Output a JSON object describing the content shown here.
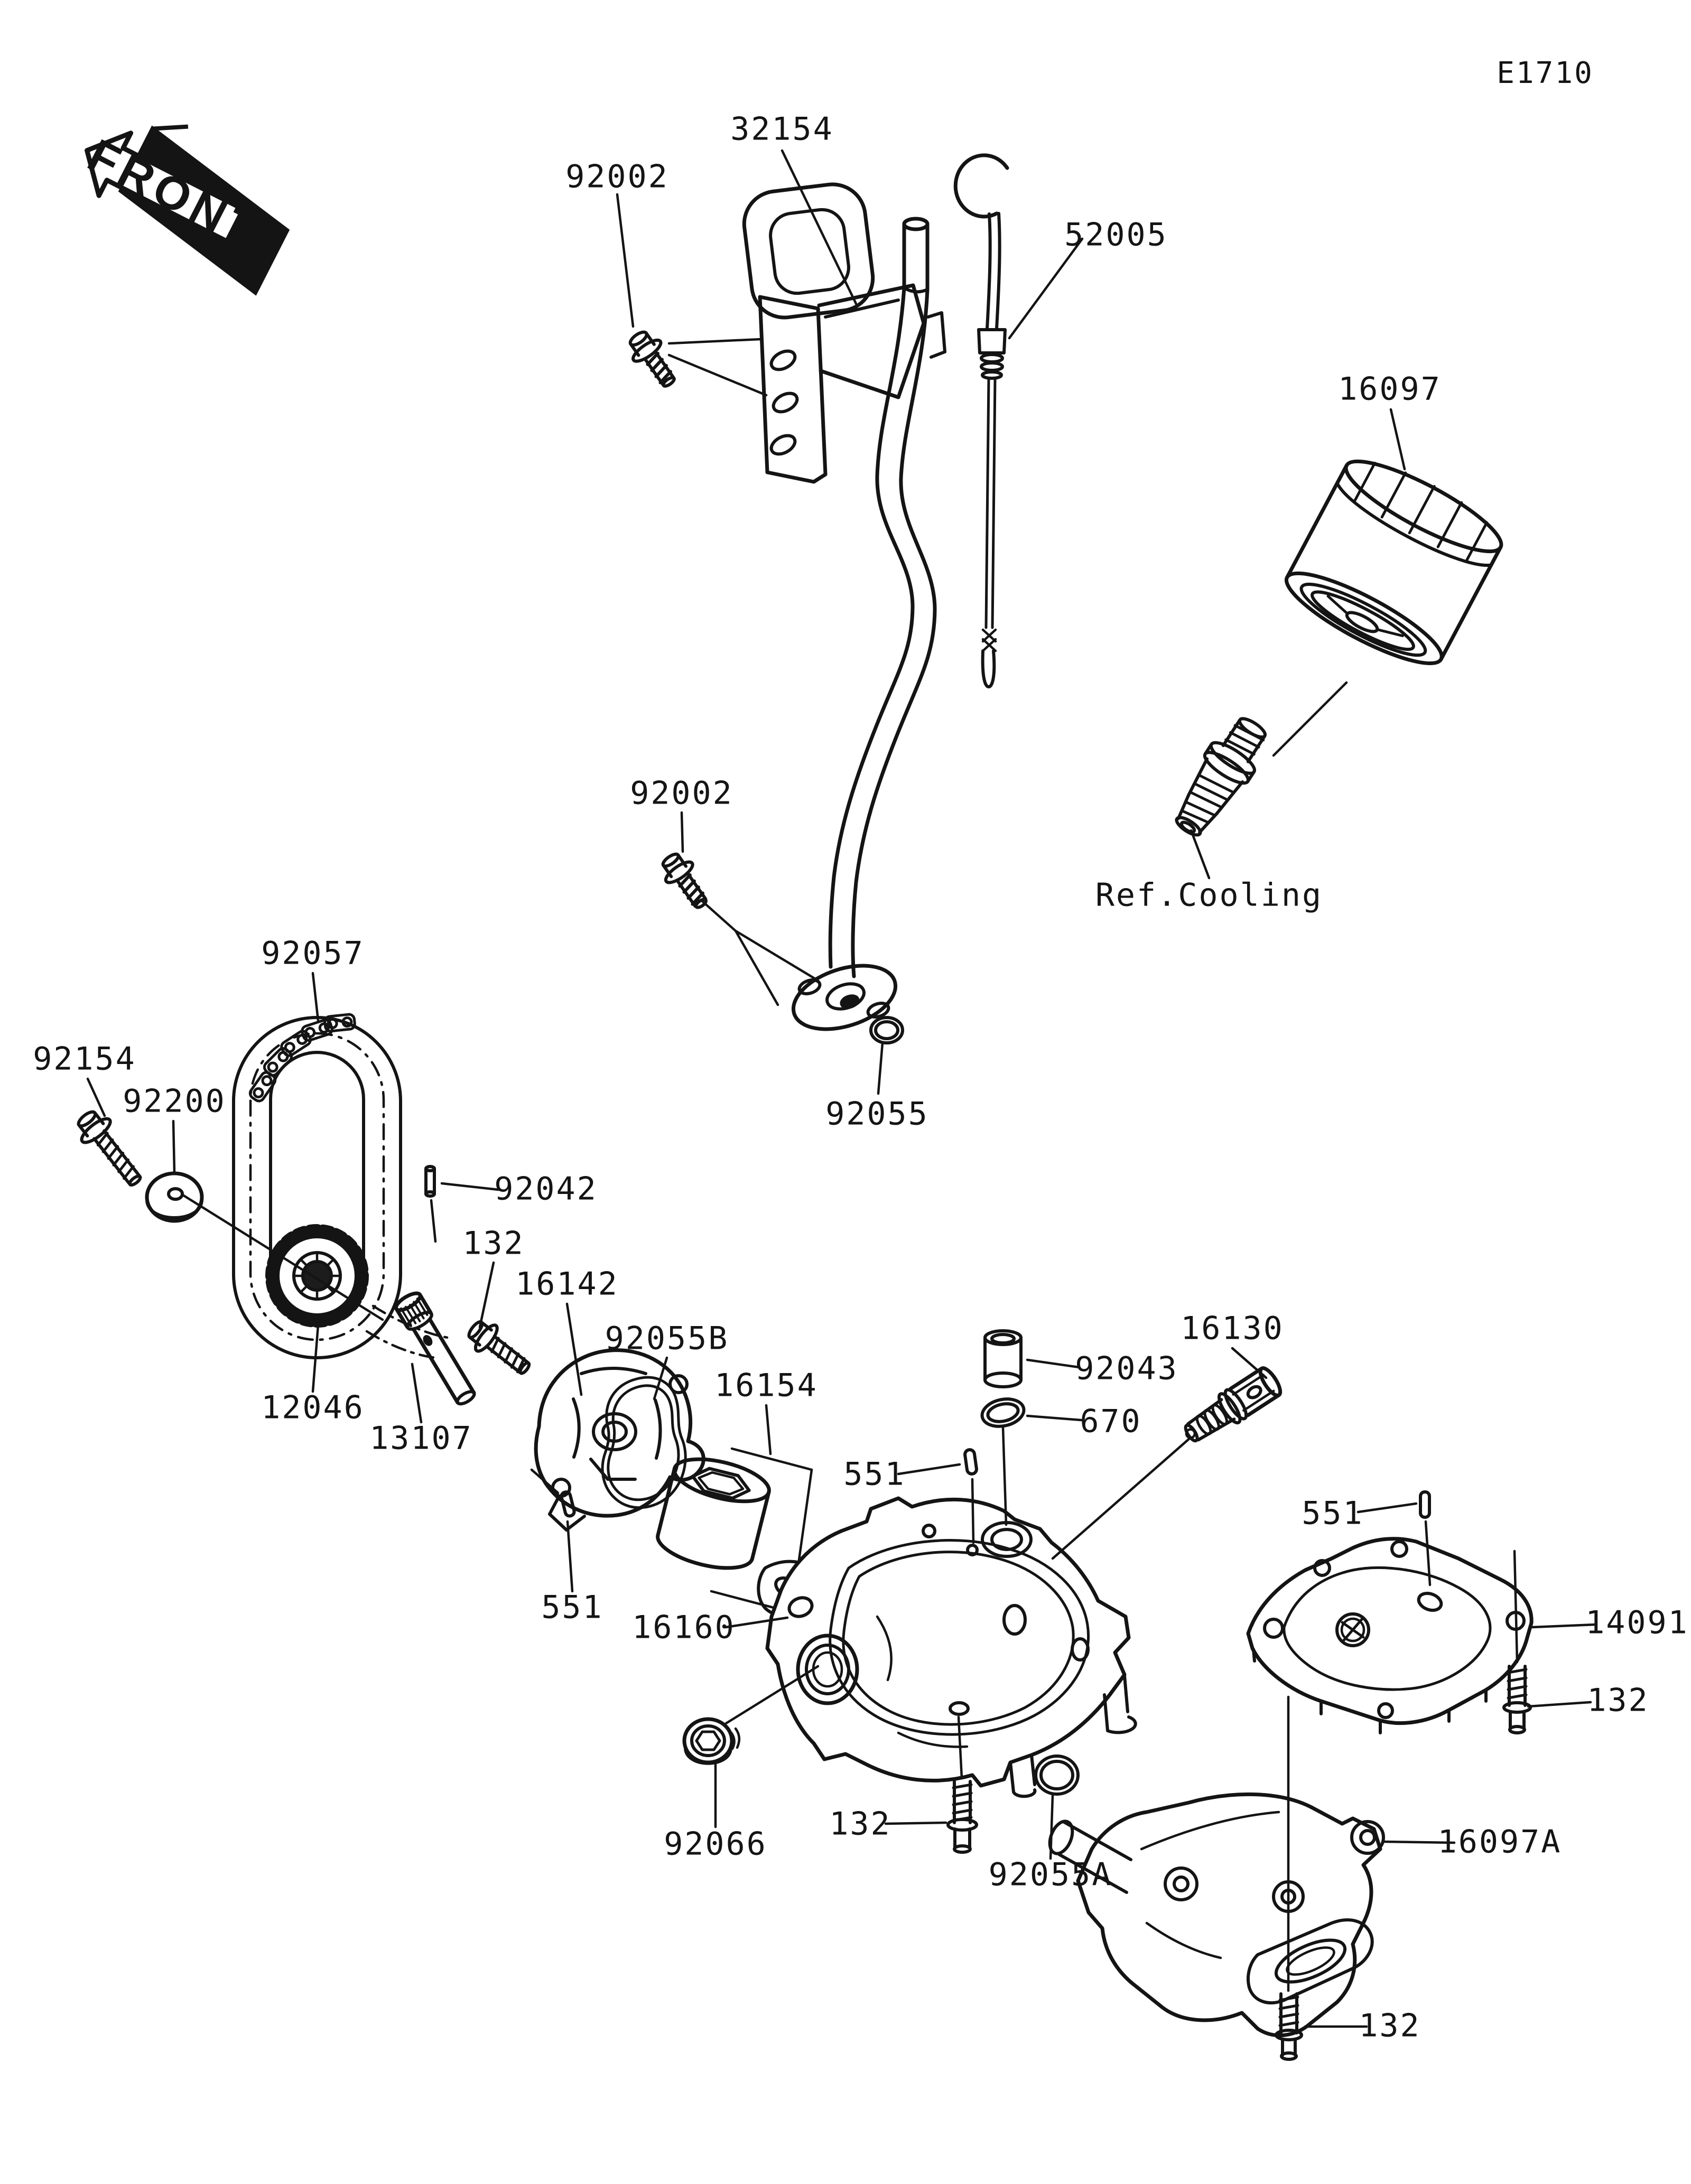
{
  "diagram": {
    "code": "E1710",
    "front_label": "FRONT",
    "ref_cooling": "Ref.Cooling"
  },
  "labels": [
    {
      "part": "bracket",
      "text": "32154"
    },
    {
      "part": "screw-top",
      "text": "92002"
    },
    {
      "part": "dipstick",
      "text": "52005"
    },
    {
      "part": "oil-filter",
      "text": "16097"
    },
    {
      "part": "screw-mid",
      "text": "92002"
    },
    {
      "part": "chain",
      "text": "92057"
    },
    {
      "part": "bolt-sprocket",
      "text": "92154"
    },
    {
      "part": "washer",
      "text": "92200"
    },
    {
      "part": "oring-tube",
      "text": "92055"
    },
    {
      "part": "pin-shaft",
      "text": "92042"
    },
    {
      "part": "bolt-pump",
      "text": "132"
    },
    {
      "part": "pump-cover",
      "text": "16142"
    },
    {
      "part": "relief-valve",
      "text": "16130"
    },
    {
      "part": "gasket-pump",
      "text": "92055B"
    },
    {
      "part": "bushing",
      "text": "92043"
    },
    {
      "part": "rotor",
      "text": "16154"
    },
    {
      "part": "sprocket",
      "text": "12046"
    },
    {
      "part": "oring-body",
      "text": "670"
    },
    {
      "part": "shaft",
      "text": "13107"
    },
    {
      "part": "pin-a",
      "text": "551"
    },
    {
      "part": "pin-b",
      "text": "551"
    },
    {
      "part": "pin-c",
      "text": "551"
    },
    {
      "part": "pump-body",
      "text": "16160"
    },
    {
      "part": "cover-plate",
      "text": "14091"
    },
    {
      "part": "bolt-cover",
      "text": "132"
    },
    {
      "part": "plug",
      "text": "92066"
    },
    {
      "part": "bolt-body",
      "text": "132"
    },
    {
      "part": "oring-breather",
      "text": "92055A"
    },
    {
      "part": "breather-cover",
      "text": "16097A"
    },
    {
      "part": "bolt-breather",
      "text": "132"
    }
  ]
}
